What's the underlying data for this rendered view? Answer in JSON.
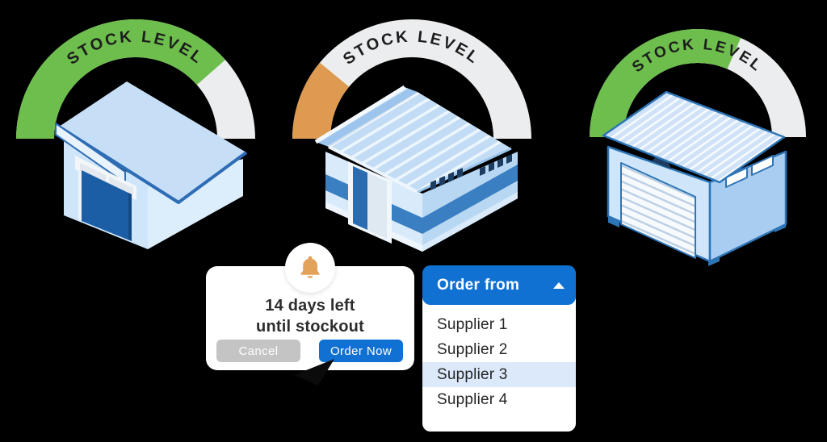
{
  "background_color": "#000000",
  "chart_data": [
    {
      "type": "gauge",
      "title": "STOCK LEVEL",
      "value_pct": 77,
      "range_pct": [
        0,
        100
      ],
      "fill_color": "#6DBE4C",
      "track_color": "#ECEDEE",
      "label_color": "#1D1D1D"
    },
    {
      "type": "gauge",
      "title": "STOCK LEVEL",
      "value_pct": 22,
      "range_pct": [
        0,
        100
      ],
      "fill_color": "#DE9A50",
      "track_color": "#ECEDEE",
      "label_color": "#1D1D1D"
    },
    {
      "type": "gauge",
      "title": "STOCK LEVEL",
      "value_pct": 63,
      "range_pct": [
        0,
        100
      ],
      "fill_color": "#6DBE4C",
      "track_color": "#ECEDEE",
      "label_color": "#1D1D1D"
    }
  ],
  "alert_card": {
    "icon": "bell-icon",
    "icon_color": "#E2A259",
    "message_line1": "14 days left",
    "message_line2": "until stockout",
    "buttons": {
      "cancel_label": "Cancel",
      "cancel_color": "#C4C4C4",
      "order_label": "Order Now",
      "order_color": "#1171D2"
    }
  },
  "dropdown": {
    "header_label": "Order from",
    "header_color": "#1171D2",
    "caret_icon": "chevron-up-icon",
    "highlight_color": "#DBE9FB",
    "options": [
      {
        "label": "Supplier 1",
        "highlighted": false
      },
      {
        "label": "Supplier 2",
        "highlighted": false
      },
      {
        "label": "Supplier 3",
        "highlighted": true
      },
      {
        "label": "Supplier 4",
        "highlighted": false
      }
    ]
  }
}
